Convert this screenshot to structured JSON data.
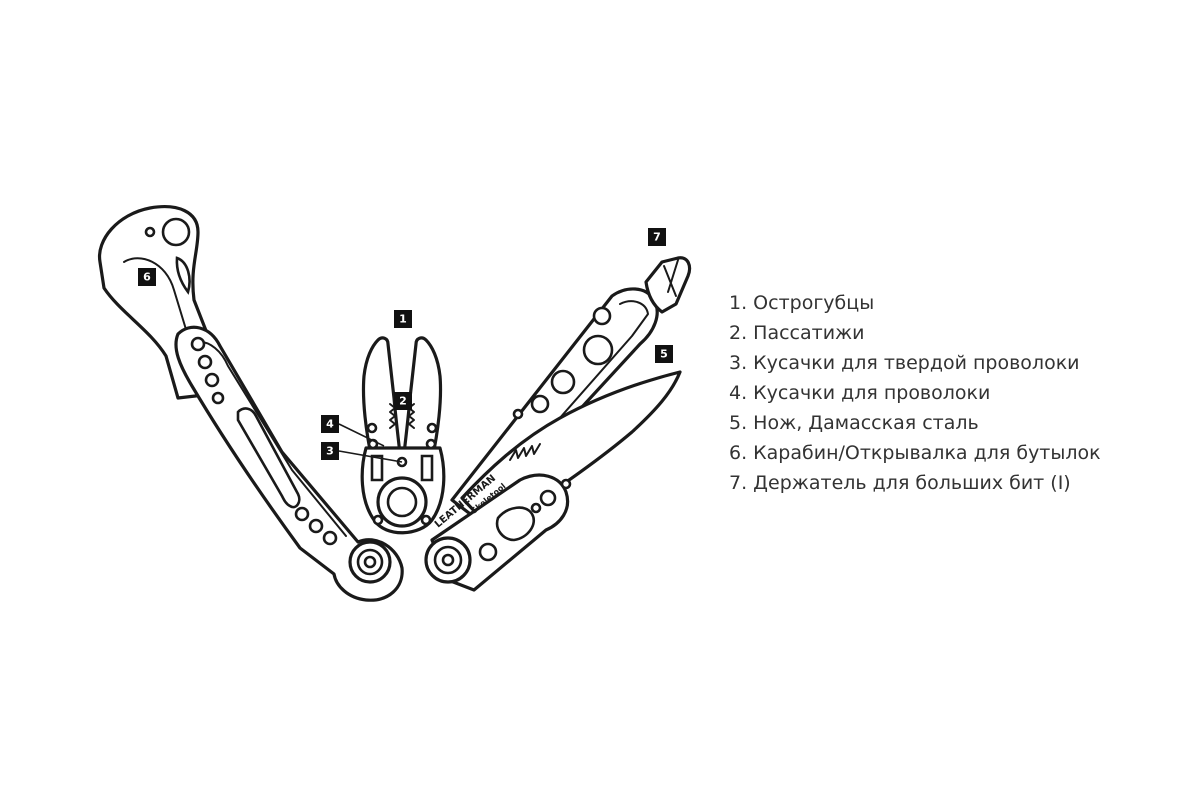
{
  "diagram": {
    "brand_text": "LEATHERMAN",
    "model_text": "Skeletool",
    "callouts": [
      "1",
      "2",
      "3",
      "4",
      "5",
      "6",
      "7"
    ]
  },
  "legend": {
    "items": [
      "1. Острогубцы",
      "2. Пассатижи",
      "3. Кусачки для твердой проволоки",
      "4. Кусачки для проволоки",
      "5. Нож, Дамасская сталь",
      "6. Карабин/Открывалка для бутылок",
      "7. Держатель для больших бит (I)"
    ]
  }
}
